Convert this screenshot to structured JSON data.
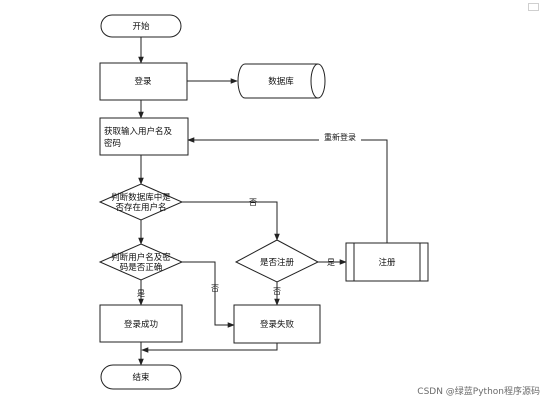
{
  "nodes": {
    "start": "开始",
    "login": "登录",
    "database": "数据库",
    "get_input": "获取输入用户名及密码",
    "check_user_exists": "判断数据库中是否存在用户名",
    "check_password": "判断用户名及密码是否正确",
    "ask_register": "是否注册",
    "register": "注册",
    "login_success": "登录成功",
    "login_fail": "登录失败",
    "end": "结束"
  },
  "edges": {
    "re_login": "重新登录",
    "no_1": "否",
    "yes_1": "是",
    "no_2": "否",
    "yes_2": "是",
    "no_3": "否"
  },
  "watermark": "CSDN @绿蓝Python程序源码",
  "colors": {
    "stroke": "#222222",
    "fill": "#ffffff"
  }
}
